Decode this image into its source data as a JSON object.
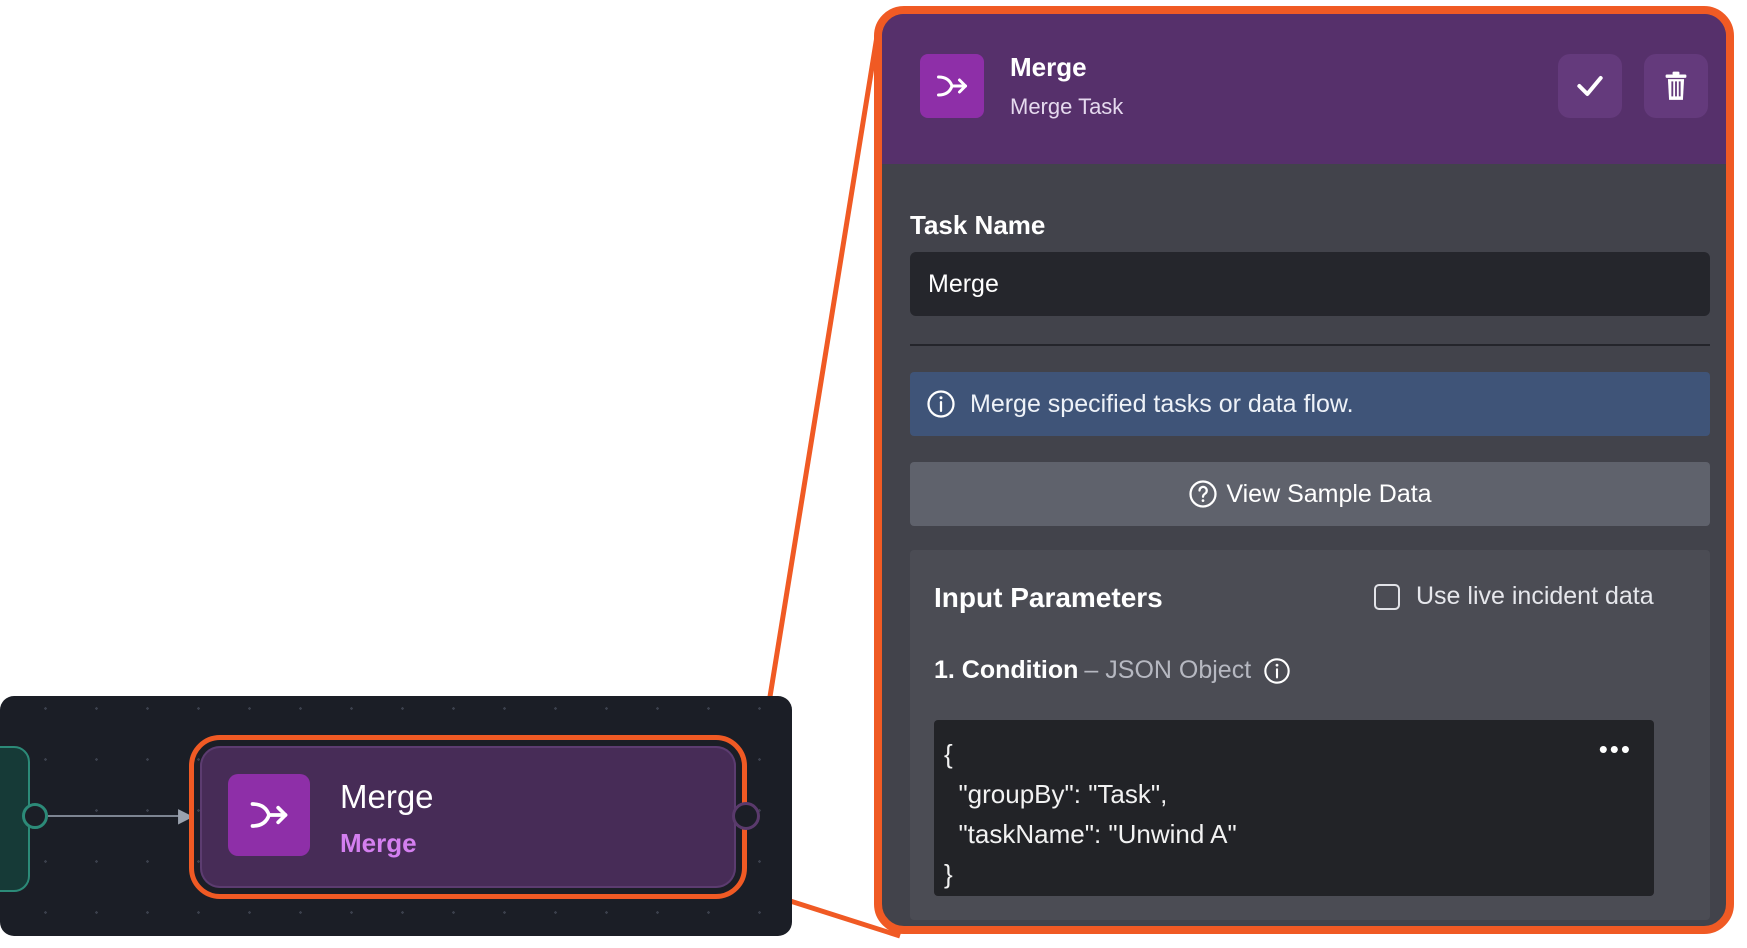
{
  "canvas": {
    "node": {
      "title": "Merge",
      "subtitle": "Merge",
      "icon": "merge-icon"
    }
  },
  "panel": {
    "header": {
      "title": "Merge",
      "subtitle": "Merge Task",
      "icon": "merge-icon",
      "confirm_icon": "check-icon",
      "delete_icon": "trash-icon"
    },
    "task_name": {
      "label": "Task Name",
      "value": "Merge"
    },
    "info": {
      "icon": "info-icon",
      "text": "Merge specified tasks or data flow."
    },
    "sample_button": {
      "icon": "help-circle-icon",
      "label": "View Sample Data"
    },
    "input_parameters": {
      "title": "Input Parameters",
      "live_data": {
        "label": "Use live incident data",
        "checked": false
      },
      "condition": {
        "label": "1. Condition",
        "type": "– JSON Object",
        "value": "{\n  \"groupBy\": \"Task\",\n  \"taskName\": \"Unwind A\"\n}",
        "more": "•••"
      }
    }
  },
  "colors": {
    "accent_orange": "#f05a24",
    "header_purple": "#56306b",
    "icon_purple": "#8e2fa8",
    "panel_bg": "#42434b",
    "info_blue": "#3f5478",
    "node_subtitle": "#d47ff0"
  }
}
